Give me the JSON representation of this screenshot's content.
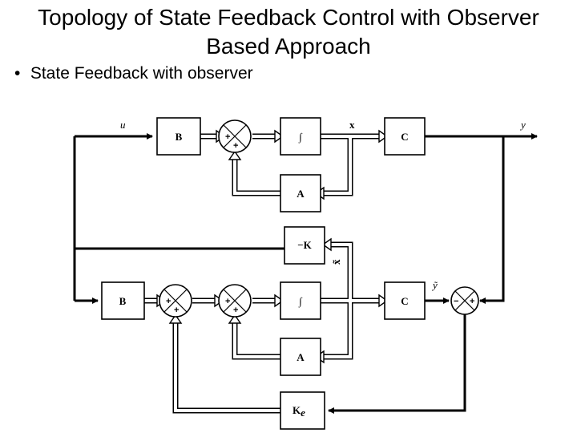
{
  "slide": {
    "title_line1": "Topology of State Feedback Control with Observer",
    "title_line2": "Based Approach",
    "bullet_text": "State Feedback with observer"
  },
  "diagram": {
    "blocks": {
      "plant_B": "B",
      "plant_integrator": "∫",
      "plant_C": "C",
      "plant_A": "A",
      "gain_K": "−K",
      "obs_B": "B",
      "obs_integrator": "∫",
      "obs_C": "C",
      "obs_A": "A",
      "gain_Ke_main": "K",
      "gain_Ke_sub": "e"
    },
    "signals": {
      "u": "u",
      "x": "x",
      "y": "y",
      "x_tilde": "x̃",
      "y_tilde": "ỹ"
    },
    "signs": {
      "plus": "+",
      "minus": "−"
    }
  }
}
